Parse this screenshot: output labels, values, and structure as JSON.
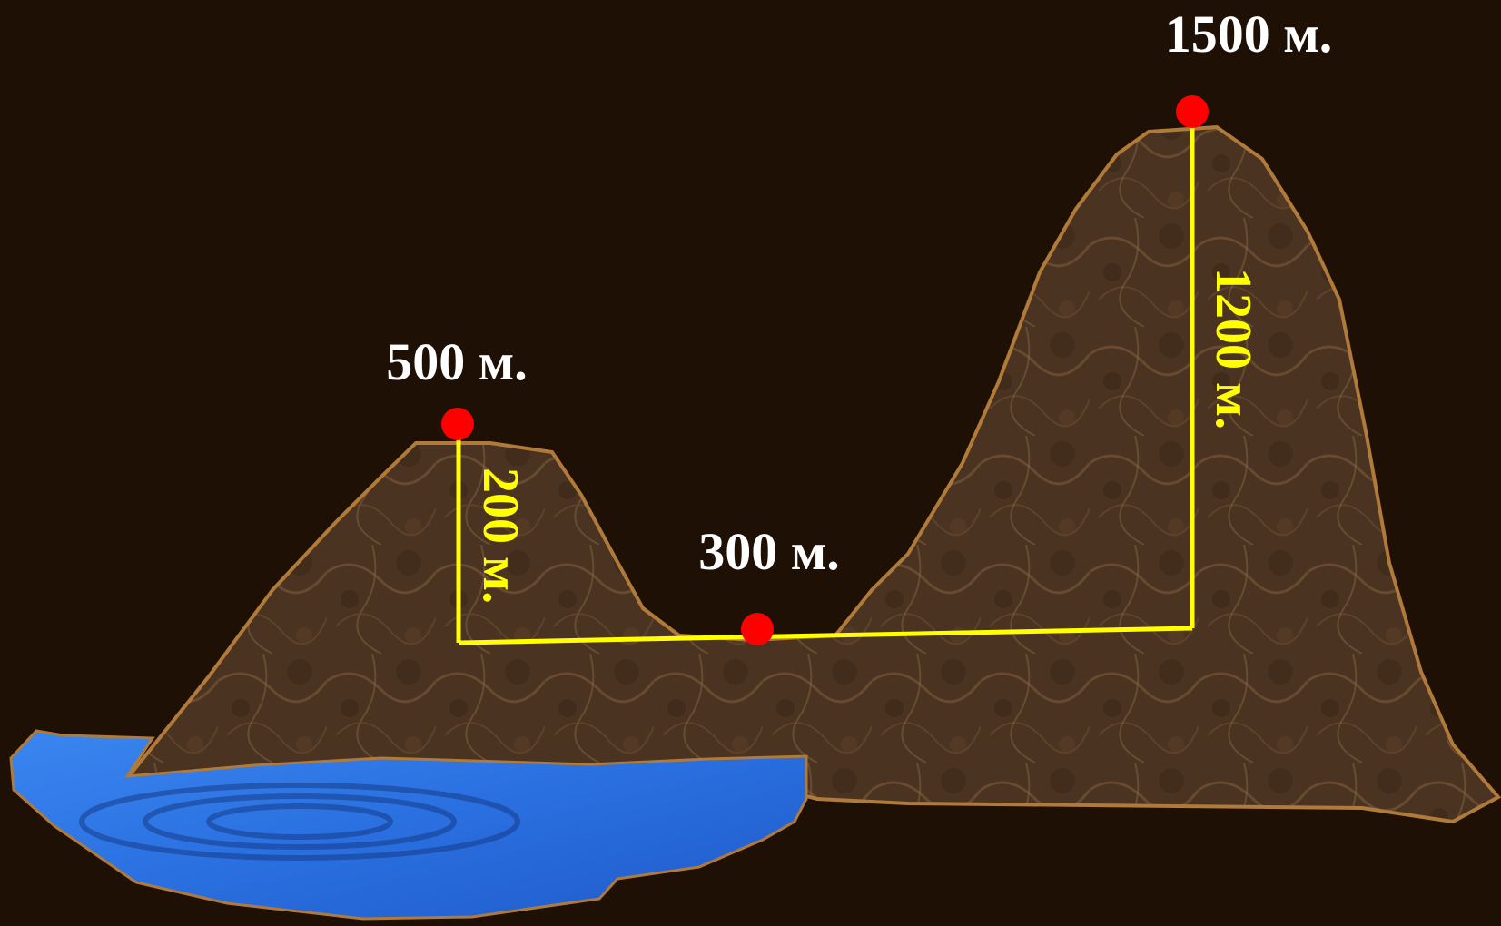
{
  "colors": {
    "background": "#1e1005",
    "terrain": "#4a3320",
    "terrain_outline": "#b07a3a",
    "water": "#2a6fe0",
    "measure_line": "#ffff00",
    "marker": "#ff0000",
    "label": "#ffffff"
  },
  "altitudes": {
    "left_peak": "500 м.",
    "valley": "300 м.",
    "right_peak": "1500 м."
  },
  "differences": {
    "left": "200 м.",
    "right": "1200 м."
  }
}
